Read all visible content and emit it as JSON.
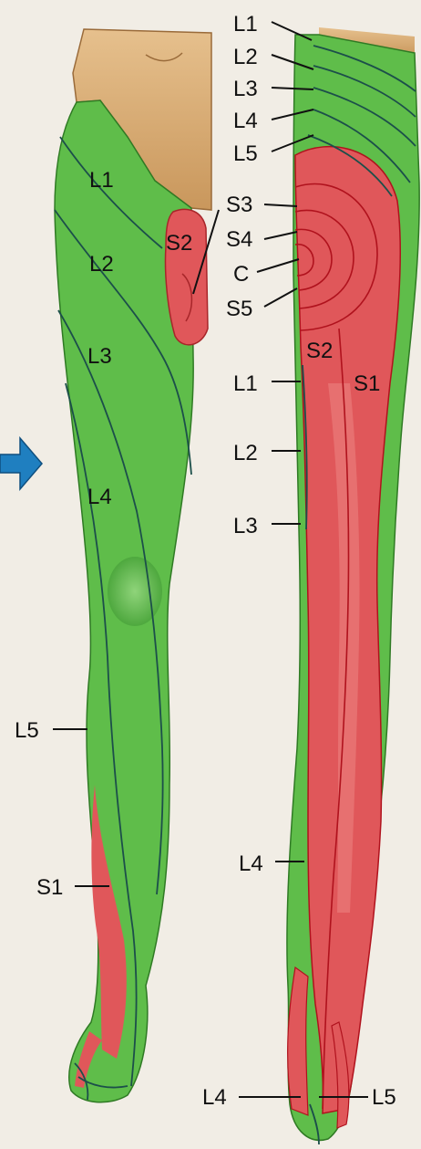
{
  "anterior": {
    "labels": {
      "L1": "L1",
      "L2": "L2",
      "L3": "L3",
      "L4": "L4",
      "L5": "L5",
      "S1": "S1",
      "S2": "S2"
    }
  },
  "posterior": {
    "labels": {
      "L1_top": "L1",
      "L2_top": "L2",
      "L3_top": "L3",
      "L4_top": "L4",
      "L5_top": "L5",
      "S3": "S3",
      "S4": "S4",
      "C": "C",
      "S5": "S5",
      "S2": "S2",
      "S1": "S1",
      "L1_thigh": "L1",
      "L2_thigh": "L2",
      "L3_thigh": "L3",
      "L4_calf": "L4",
      "L4_foot": "L4",
      "L5_foot": "L5"
    }
  },
  "colors": {
    "lumbar_region": "#5fbd4a",
    "sacral_region": "#e0575a",
    "skin": "#d9b07a",
    "arrow": "#1f7fc0"
  },
  "icons": {
    "pointer": "right-arrow-icon"
  }
}
